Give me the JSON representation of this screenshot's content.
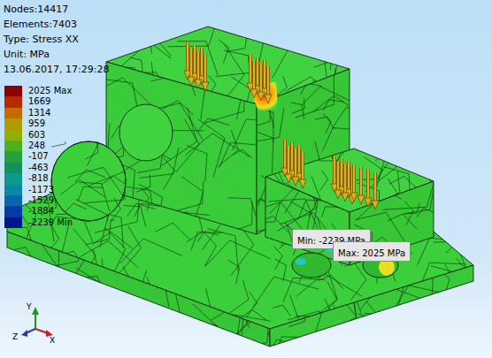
{
  "diagram": {
    "nodes": [
      {
        "text": [
          "Min: -2239 MPa"
        ]
      },
      {
        "text": [
          "Max: 2025 MPa"
        ]
      }
    ],
    "labels": [
      "Nodes:14417",
      "Elements:7403",
      "Type: Stress XX",
      "Unit: MPa",
      "13.06.2017, 17:29:28",
      "Y",
      "Z",
      "X"
    ],
    "legend": [
      {
        "text": "2025 Max",
        "color": "#8e0000"
      },
      {
        "text": "1669",
        "color": "#b62a00"
      },
      {
        "text": "1314",
        "color": "#c46a00"
      },
      {
        "text": "959",
        "color": "#b09a00"
      },
      {
        "text": "603",
        "color": "#8fb000"
      },
      {
        "text": "248",
        "color": "#4cb020"
      },
      {
        "text": "-107",
        "color": "#24a03c"
      },
      {
        "text": "-463",
        "color": "#14905c"
      },
      {
        "text": "-818",
        "color": "#0c9a8c"
      },
      {
        "text": "-1173",
        "color": "#0a88a6"
      },
      {
        "text": "-1529",
        "color": "#0866b0"
      },
      {
        "text": "-1884",
        "color": "#063aa6"
      },
      {
        "text": "-2239 Min",
        "color": "#04168e"
      }
    ]
  }
}
